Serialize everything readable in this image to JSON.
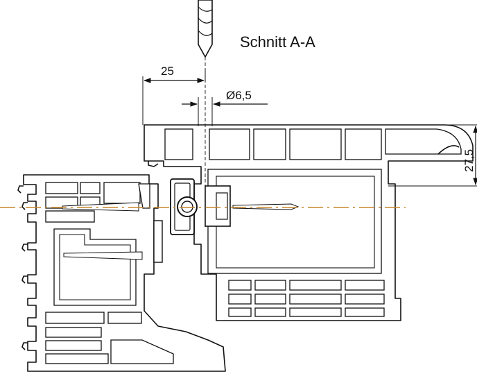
{
  "section_title": "Schnitt A-A",
  "dimensions": {
    "horizontal_offset": "25",
    "hole_diameter": "Ø6,5",
    "vertical_depth": "27,5"
  },
  "colors": {
    "axis_line": "#c8862a",
    "ink": "#111111"
  },
  "icons": {
    "drill": "drill-bit-icon",
    "screw": "screw-icon"
  }
}
